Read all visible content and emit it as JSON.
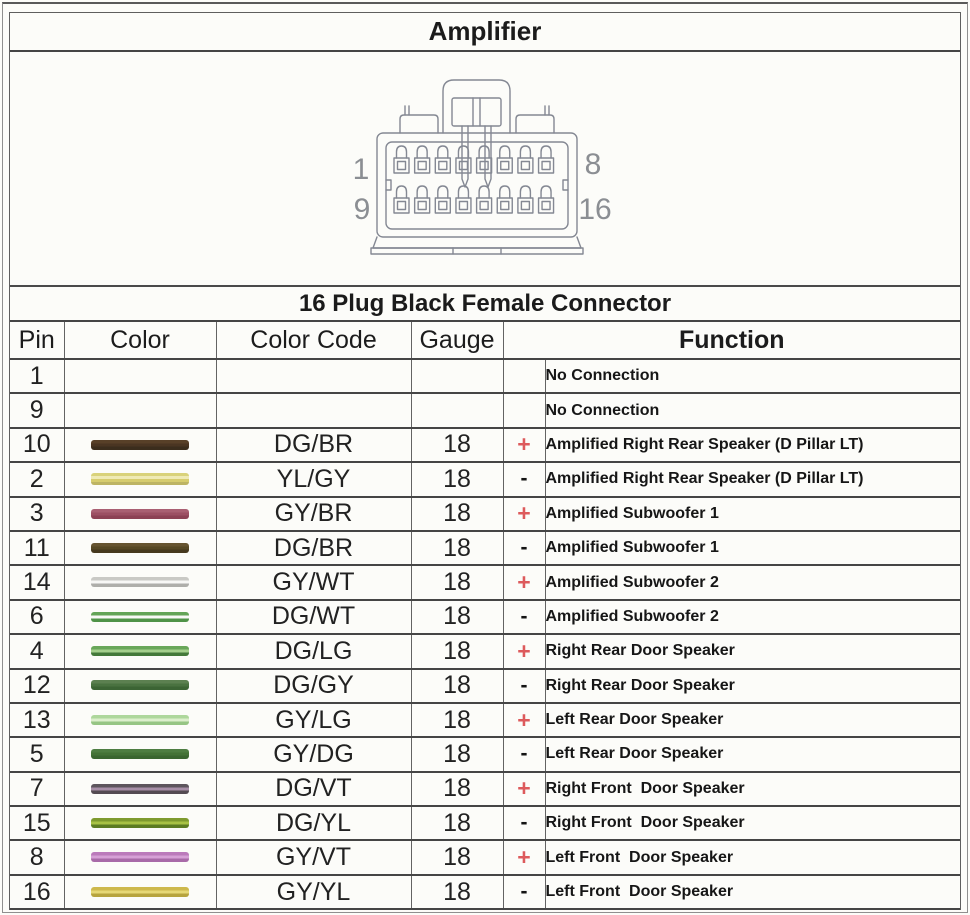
{
  "page": {
    "title": "Amplifier",
    "subtitle": "16 Plug Black Female Connector"
  },
  "connector": {
    "description": "16-pin black female connector, front view, two rows of eight terminals",
    "pin_labels": {
      "top_left": "1",
      "top_right": "8",
      "bottom_left": "9",
      "bottom_right": "16"
    }
  },
  "colors": {
    "polarity_plus": "#dd5a5c",
    "polarity_minus": "#141414"
  },
  "table": {
    "headers": {
      "pin": "Pin",
      "color": "Color",
      "color_code": "Color Code",
      "gauge": "Gauge",
      "function": "Function"
    },
    "rows": [
      {
        "pin": "1",
        "color_stripes": [],
        "color_code": "",
        "gauge": "",
        "polarity": "",
        "function": "No Connection"
      },
      {
        "pin": "9",
        "color_stripes": [],
        "color_code": "",
        "gauge": "",
        "polarity": "",
        "function": "No Connection"
      },
      {
        "pin": "10",
        "color_stripes": [
          "#584028",
          "#4a3522",
          "#3b2d1d"
        ],
        "color_code": "DG/BR",
        "gauge": "18",
        "polarity": "+",
        "function": "Amplified Right Rear Speaker (D Pillar LT)"
      },
      {
        "pin": "2",
        "color_stripes": [
          "#d9d27a",
          "#efeab5",
          "#d6cc6e",
          "#bdb464"
        ],
        "color_code": "YL/GY",
        "gauge": "18",
        "polarity": "-",
        "function": "Amplified Right Rear Speaker (D Pillar LT)"
      },
      {
        "pin": "3",
        "color_stripes": [
          "#a95f72",
          "#9c4f63",
          "#8c4154"
        ],
        "color_code": "GY/BR",
        "gauge": "18",
        "polarity": "+",
        "function": "Amplified Subwoofer 1"
      },
      {
        "pin": "11",
        "color_stripes": [
          "#665430",
          "#564824",
          "#46391e"
        ],
        "color_code": "DG/BR",
        "gauge": "18",
        "polarity": "-",
        "function": "Amplified Subwoofer 1"
      },
      {
        "pin": "14",
        "color_stripes": [
          "#c9c9c5",
          "#f7f7f5",
          "#aeaeaa"
        ],
        "color_code": "GY/WT",
        "gauge": "18",
        "polarity": "+",
        "function": "Amplified Subwoofer 2"
      },
      {
        "pin": "6",
        "color_stripes": [
          "#63a457",
          "#f8f8f6",
          "#4f9348"
        ],
        "color_code": "DG/WT",
        "gauge": "18",
        "polarity": "-",
        "function": "Amplified Subwoofer 2"
      },
      {
        "pin": "4",
        "color_stripes": [
          "#69a75a",
          "#a4cf8c",
          "#44793a"
        ],
        "color_code": "DG/LG",
        "gauge": "18",
        "polarity": "+",
        "function": "Right Rear Door Speaker"
      },
      {
        "pin": "12",
        "color_stripes": [
          "#5c8050",
          "#4a7240",
          "#3c6434"
        ],
        "color_code": "DG/GY",
        "gauge": "18",
        "polarity": "-",
        "function": "Right Rear Door Speaker"
      },
      {
        "pin": "13",
        "color_stripes": [
          "#aed79c",
          "#dcefcc",
          "#96c584"
        ],
        "color_code": "GY/LG",
        "gauge": "18",
        "polarity": "+",
        "function": "Left Rear Door Speaker"
      },
      {
        "pin": "5",
        "color_stripes": [
          "#4e7d42",
          "#447237",
          "#3a6530"
        ],
        "color_code": "GY/DG",
        "gauge": "18",
        "polarity": "-",
        "function": "Left Rear Door Speaker"
      },
      {
        "pin": "7",
        "color_stripes": [
          "#5d555c",
          "#a78fa7",
          "#544b52"
        ],
        "color_code": "DG/VT",
        "gauge": "18",
        "polarity": "+",
        "function": "Right Front  Door Speaker"
      },
      {
        "pin": "15",
        "color_stripes": [
          "#7e9a2e",
          "#a8c244",
          "#5c7c22"
        ],
        "color_code": "DG/YL",
        "gauge": "18",
        "polarity": "-",
        "function": "Right Front  Door Speaker"
      },
      {
        "pin": "8",
        "color_stripes": [
          "#bb7abb",
          "#d6a0d6",
          "#a86aa8"
        ],
        "color_code": "GY/VT",
        "gauge": "18",
        "polarity": "+",
        "function": "Left Front  Door Speaker"
      },
      {
        "pin": "16",
        "color_stripes": [
          "#cdb84c",
          "#e6d876",
          "#b7a43e"
        ],
        "color_code": "GY/YL",
        "gauge": "18",
        "polarity": "-",
        "function": "Left Front  Door Speaker"
      }
    ]
  }
}
